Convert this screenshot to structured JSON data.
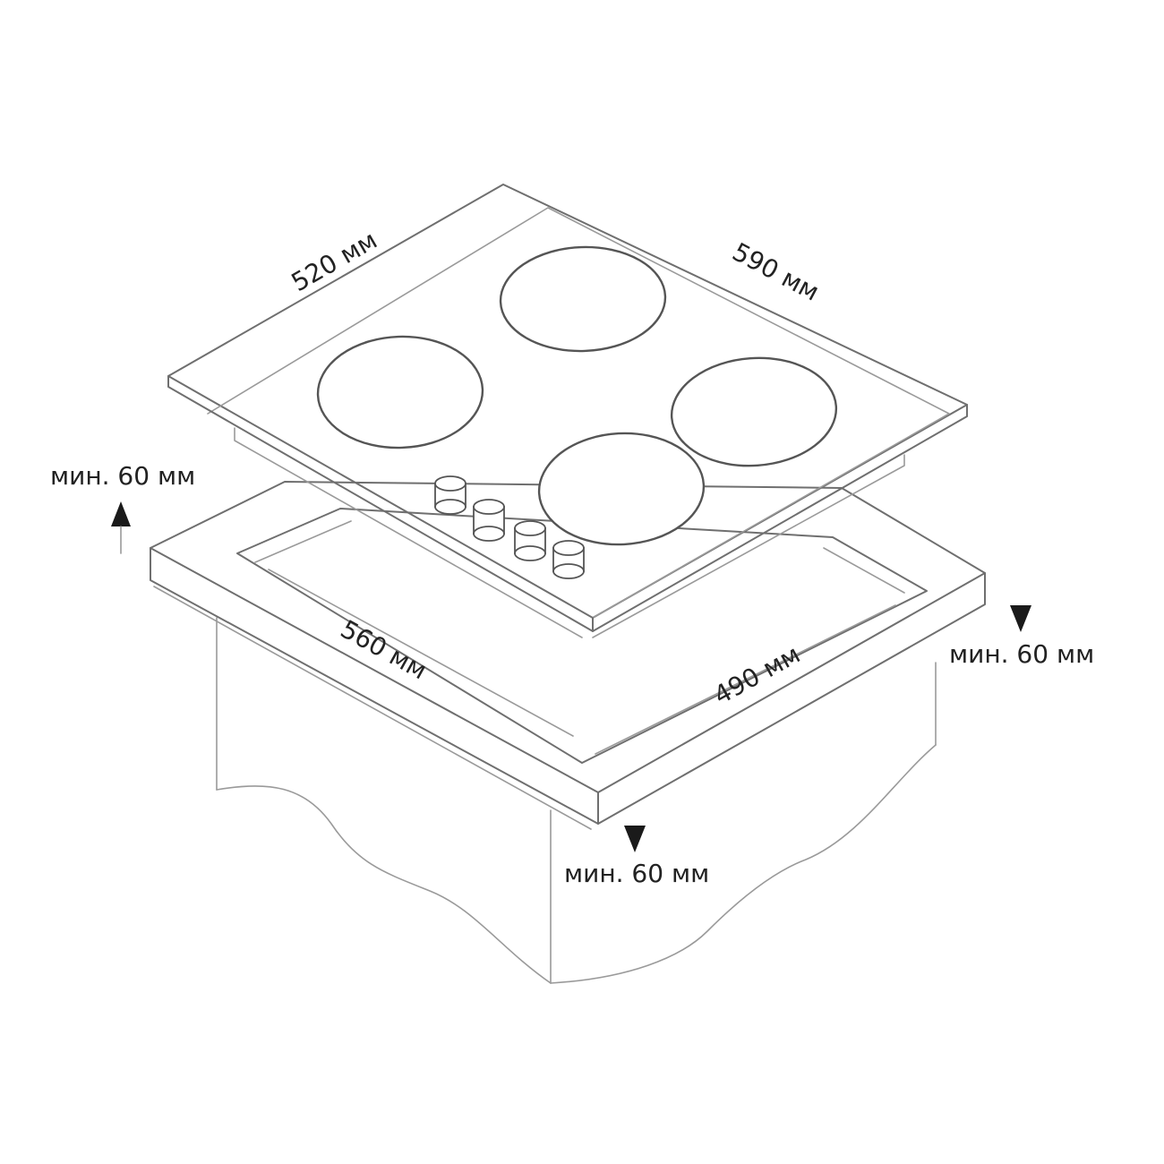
{
  "labels": {
    "hob_depth": "520 мм",
    "hob_width": "590 мм",
    "cutout_width": "560 мм",
    "cutout_depth": "490 мм",
    "clearance_left": "мин. 60 мм",
    "clearance_right": "мин. 60 мм",
    "clearance_front": "мин. 60 мм"
  },
  "colors": {
    "line": "#6f6f6f",
    "arrow": "#1a1a1a",
    "text": "#222222"
  }
}
